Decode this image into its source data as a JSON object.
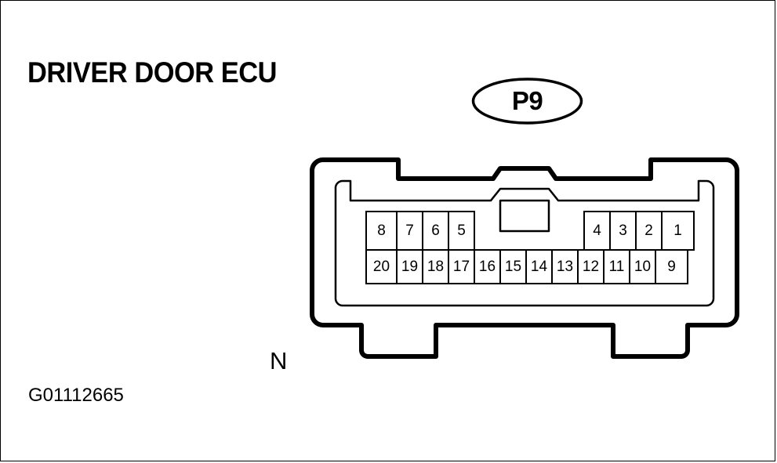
{
  "diagram": {
    "title": "DRIVER DOOR ECU",
    "figure_id": "G01112665",
    "orientation_marker": "N",
    "connector_label": "P9",
    "ink_color": "#000000",
    "background_color": "#ffffff"
  },
  "connector": {
    "type": "20-pin automotive connector face view",
    "total_pins": 20,
    "top_row": {
      "left_group": [
        "8",
        "7",
        "6",
        "5"
      ],
      "right_group": [
        "4",
        "3",
        "2",
        "1"
      ],
      "has_center_gap": true
    },
    "bottom_row": {
      "pins": [
        "20",
        "19",
        "18",
        "17",
        "16",
        "15",
        "14",
        "13",
        "12",
        "11",
        "10",
        "9"
      ]
    }
  }
}
